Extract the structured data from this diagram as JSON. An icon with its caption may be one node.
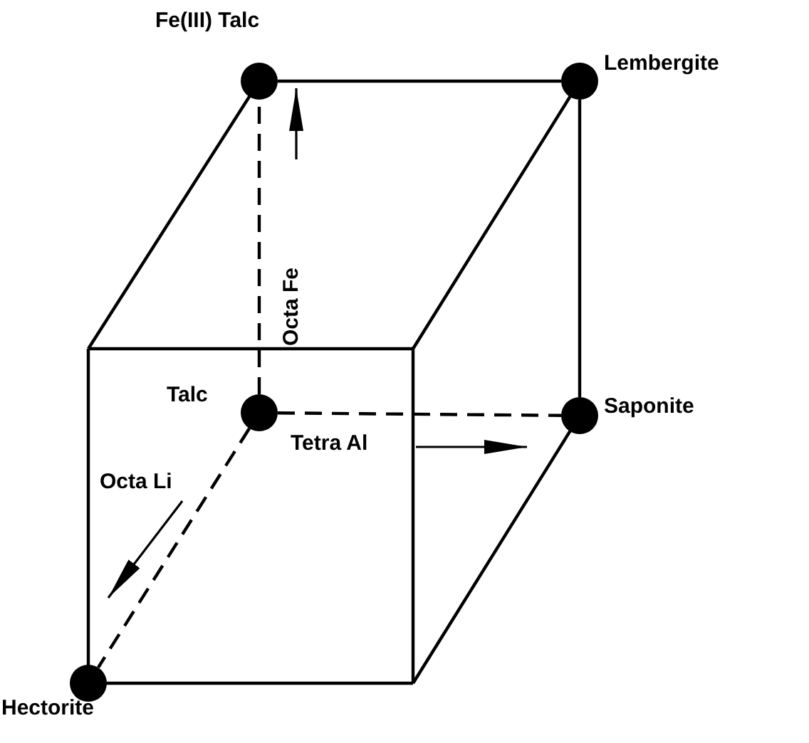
{
  "diagram": {
    "nodes": [
      {
        "text": [
          "Fe(III) Talc"
        ]
      },
      {
        "text": [
          "Lembergite"
        ]
      },
      {
        "text": [
          "Talc"
        ]
      },
      {
        "text": [
          "Saponite"
        ]
      },
      {
        "text": [
          "Hectorite"
        ]
      }
    ],
    "edges": [
      {
        "from": 0,
        "to": 1,
        "arrow": "none"
      },
      {
        "from": 1,
        "to": 3,
        "arrow": "none"
      },
      {
        "from": 2,
        "to": 0,
        "arrow": "none",
        "style": "dashed"
      },
      {
        "from": 2,
        "to": 3,
        "arrow": "none",
        "style": "dashed"
      },
      {
        "from": 2,
        "to": 4,
        "arrow": "none",
        "style": "dashed"
      }
    ],
    "labels": [
      "Octa Fe",
      "Tetra Al",
      "Octa Li"
    ]
  }
}
